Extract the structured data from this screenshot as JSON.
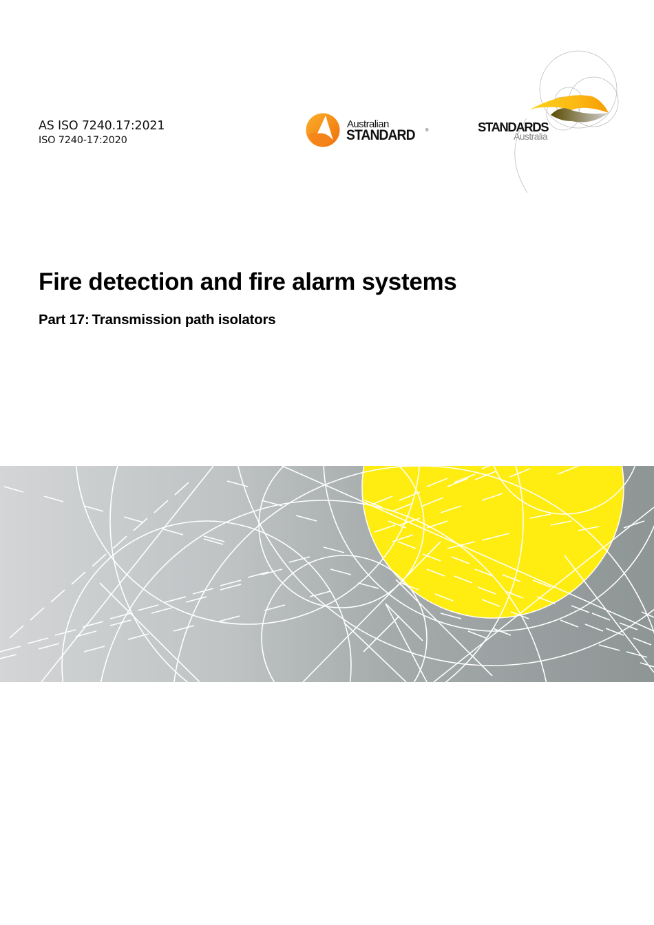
{
  "document": {
    "designation": "AS ISO 7240.17:2021",
    "iso_designation": "ISO 7240-17:2020",
    "title": "Fire detection and fire alarm systems",
    "part_label": "Part 17:",
    "part_title": "Transmission path isolators"
  },
  "logos": {
    "australian_standard": {
      "line1": "Australian",
      "line2": "STANDARD",
      "reg_mark": "®",
      "icon": "orange-circle-triangle-icon",
      "colors": {
        "orange_light": "#fbb02a",
        "orange_dark": "#f06e0b",
        "white": "#ffffff"
      }
    },
    "standards_australia": {
      "title": "STANDARDS",
      "subtitle": "Australia",
      "icon": "yellow-swoosh-circles-icon",
      "colors": {
        "yellow": "#fcc314",
        "orange": "#f7a400",
        "olive": "#6b5a00",
        "grey_ring": "#b3b3b3"
      }
    }
  },
  "cover_graphic": {
    "description": "grey gradient band with white geometric arcs, dashes and a yellow circle",
    "colors": {
      "grey_left": "#d3d5d6",
      "grey_right": "#8e9595",
      "yellow": "#ffec10",
      "lines": "#ffffff"
    }
  }
}
